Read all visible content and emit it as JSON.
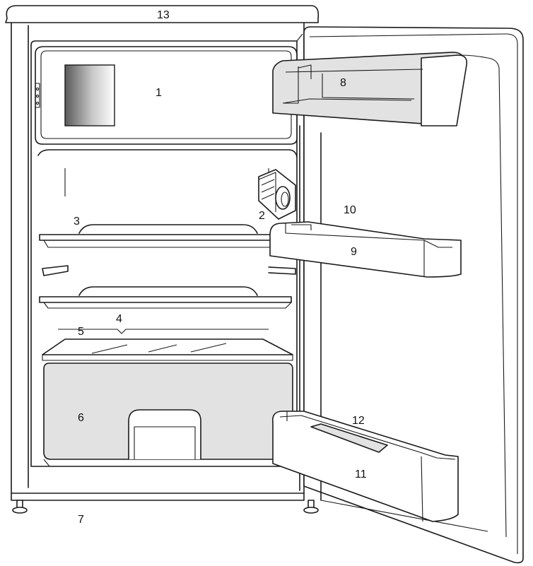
{
  "diagram": {
    "callouts": [
      {
        "id": "1",
        "text": "1"
      },
      {
        "id": "2",
        "text": "2"
      },
      {
        "id": "3",
        "text": "3"
      },
      {
        "id": "4",
        "text": "4"
      },
      {
        "id": "5",
        "text": "5"
      },
      {
        "id": "6",
        "text": "6"
      },
      {
        "id": "7",
        "text": "7"
      },
      {
        "id": "8",
        "text": "8"
      },
      {
        "id": "9",
        "text": "9"
      },
      {
        "id": "10",
        "text": "10"
      },
      {
        "id": "11",
        "text": "11"
      },
      {
        "id": "12",
        "text": "12"
      },
      {
        "id": "13",
        "text": "13"
      }
    ],
    "colors": {
      "line": "#1a1a1a",
      "fill_grey": "#e2e2e2",
      "background": "#ffffff"
    }
  }
}
